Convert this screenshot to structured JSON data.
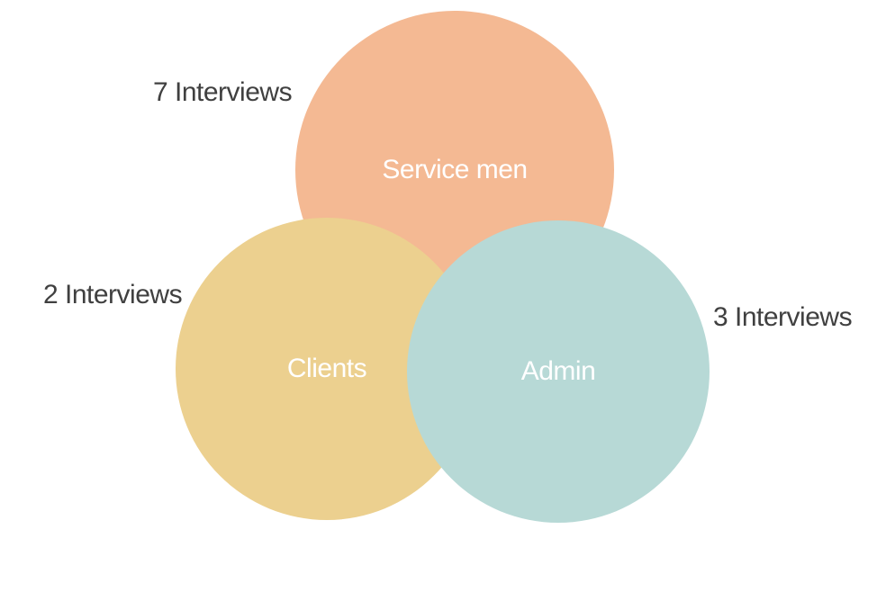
{
  "colors": {
    "service_men": "#F4B993",
    "clients": "#ECD08F",
    "admin": "#B7D9D6",
    "label_text": "#404040"
  },
  "groups": [
    {
      "name": "Service men",
      "interviews_label": "7 Interviews"
    },
    {
      "name": "Clients",
      "interviews_label": "2 Interviews"
    },
    {
      "name": "Admin",
      "interviews_label": "3 Interviews"
    }
  ]
}
